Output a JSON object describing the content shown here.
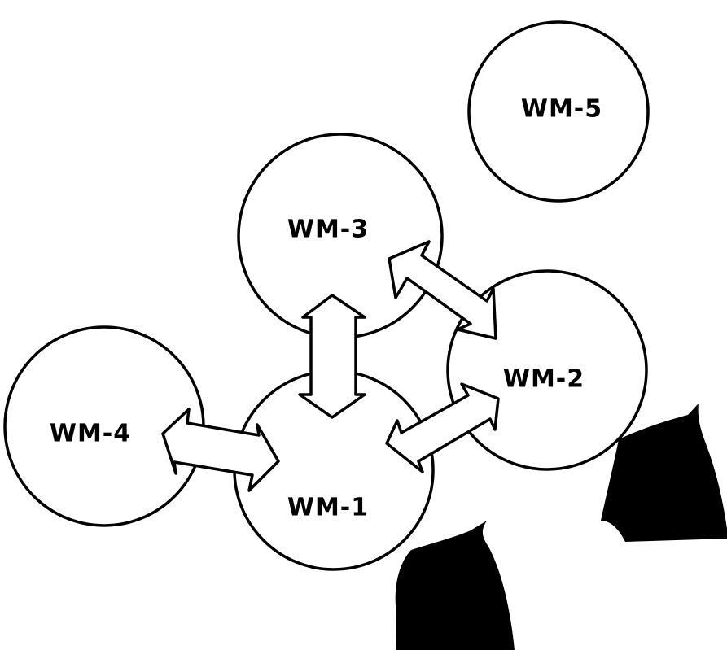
{
  "diagram": {
    "nodes": [
      {
        "id": "WM-1",
        "label": "WM-1"
      },
      {
        "id": "WM-2",
        "label": "WM-2"
      },
      {
        "id": "WM-3",
        "label": "WM-3"
      },
      {
        "id": "WM-4",
        "label": "WM-4"
      },
      {
        "id": "WM-5",
        "label": "WM-5"
      }
    ],
    "links": [
      {
        "from": "WM-1",
        "to": "WM-3",
        "bidirectional": true
      },
      {
        "from": "WM-1",
        "to": "WM-2",
        "bidirectional": true
      },
      {
        "from": "WM-1",
        "to": "WM-4",
        "bidirectional": true
      },
      {
        "from": "WM-3",
        "to": "WM-2",
        "bidirectional": true
      }
    ],
    "colors": {
      "line": "#000000",
      "fill": "#ffffff",
      "silhouette": "#000000"
    }
  }
}
